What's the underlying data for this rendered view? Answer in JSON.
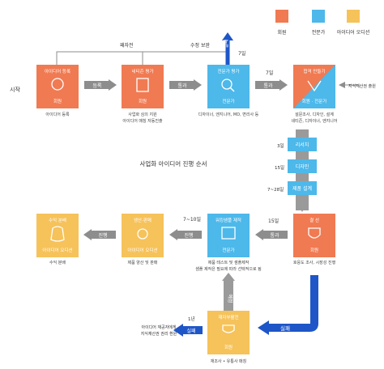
{
  "legend": [
    {
      "label": "회원",
      "color": "#f07a52"
    },
    {
      "label": "전문가",
      "color": "#4db8ea"
    },
    {
      "label": "아이디어 오디션",
      "color": "#f6c25a"
    }
  ],
  "start_label": "시작",
  "title": "사업화 아이디어 진행 순서",
  "stages": {
    "idea": {
      "title": "아이디어 등록",
      "role": "회원",
      "desc": [
        "아이디어 등록"
      ]
    },
    "negative": {
      "title": "네티즌 평가",
      "role": "회원",
      "desc": [
        "사업화 심의 지원",
        "아이디어 매칭 자동진출"
      ]
    },
    "expert": {
      "title": "전문가 평가",
      "role": "전문가",
      "desc": [
        "디자이너, 엔지니어, MD, 변리사 등"
      ]
    },
    "meeting": {
      "title": "합격 만들기",
      "role": "회원 · 전문가",
      "desc": [
        "설문조사, 디자인, 설계",
        "네티즌, 디자이너, 엔지니어"
      ]
    },
    "final": {
      "title": "결 선",
      "role": "회원",
      "desc": [
        "호응도 조사, 시장성 진행"
      ]
    },
    "prototype": {
      "title": "워킹샘플 제작",
      "role": "전문가",
      "desc": [
        "제품 테스트 및 샘플제작",
        "샘플 제작은 필요에 따라 선택적으로 됨"
      ]
    },
    "production": {
      "title": "생산·판매",
      "role": "아이디어 오디션",
      "desc": [
        "제품 양산 및 판매"
      ]
    },
    "revenue": {
      "title": "수익 분배",
      "role": "아이디어 오디션",
      "desc": [
        "수익 분배"
      ]
    },
    "rights": {
      "title": "재자부활전",
      "role": "회원",
      "desc": [
        "재조사 • 유통사 매칭"
      ]
    }
  },
  "steps": {
    "s1": "리서치",
    "s2": "디자인",
    "s3": "제품 설계"
  },
  "labels": {
    "pass": "통과",
    "register": "등록",
    "fail": "실패",
    "fail_back": "패자전",
    "revise": "수정 보완",
    "sale": "진행",
    "prep": "예정",
    "ip_notice": "지식재산권 출원",
    "d7a": "7일",
    "d7b": "7일",
    "d3": "3일",
    "d15": "15일",
    "d7_28": "7~28일",
    "d15b": "15일",
    "d7_10": "7~10일",
    "d1y": "1년",
    "owner_note": [
      "아이디어 재공자에게",
      "지식재산권 권리 환원"
    ]
  }
}
